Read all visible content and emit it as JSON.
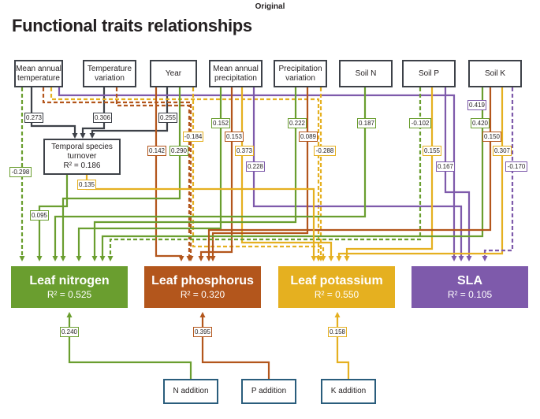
{
  "header": {
    "label": "Original"
  },
  "title": "Functional traits relationships",
  "colors": {
    "nitrogen": "#6a9e2f",
    "phosphorus": "#b3561c",
    "potassium": "#e5b020",
    "sla": "#7e5aab",
    "predictor": "#3d4148",
    "addition": "#2a5d7c"
  },
  "predictors": [
    {
      "id": "mat",
      "label": "Mean annual temperature"
    },
    {
      "id": "tv",
      "label": "Temperature variation"
    },
    {
      "id": "year",
      "label": "Year"
    },
    {
      "id": "map",
      "label": "Mean annual precipitation"
    },
    {
      "id": "pv",
      "label": "Precipitation variation"
    },
    {
      "id": "sn",
      "label": "Soil N"
    },
    {
      "id": "sp",
      "label": "Soil P"
    },
    {
      "id": "sk",
      "label": "Soil K"
    }
  ],
  "turnover": {
    "label": "Temporal species turnover",
    "r2": "R² = 0.186"
  },
  "responses": [
    {
      "id": "n",
      "name": "Leaf nitrogen",
      "r2": "R² = 0.525"
    },
    {
      "id": "p",
      "name": "Leaf phosphorus",
      "r2": "R² = 0.320"
    },
    {
      "id": "k",
      "name": "Leaf potassium",
      "r2": "R² = 0.550"
    },
    {
      "id": "s",
      "name": "SLA",
      "r2": "R² = 0.105"
    }
  ],
  "additions": [
    {
      "id": "na",
      "label": "N addition"
    },
    {
      "id": "pa",
      "label": "P addition"
    },
    {
      "id": "ka",
      "label": "K addition"
    }
  ],
  "coefficients": {
    "mat_turn": "0.273",
    "tv_turn": "0.306",
    "year_turn": "0.255",
    "mat_n": "-0.298",
    "year_p": "0.142",
    "year_n": "0.290",
    "year_k": "-0.184",
    "map_n": "0.152",
    "map_p": "0.153",
    "map_k": "0.373",
    "map_s": "0.228",
    "pv_n": "0.222",
    "pv_p": "0.089",
    "pv_k": "-0.288",
    "sn_n": "0.187",
    "sp_n": "-0.102",
    "sp_k": "0.155",
    "sp_s": "0.167",
    "sk_s": "0.419",
    "sk_n": "0.420",
    "sk_p": "0.150",
    "sk_k": "0.307",
    "sk_s2": "-0.170",
    "turn_k": "0.135",
    "turn_n": "0.095",
    "na_n": "0.240",
    "pa_p": "0.395",
    "ka_k": "0.158"
  }
}
